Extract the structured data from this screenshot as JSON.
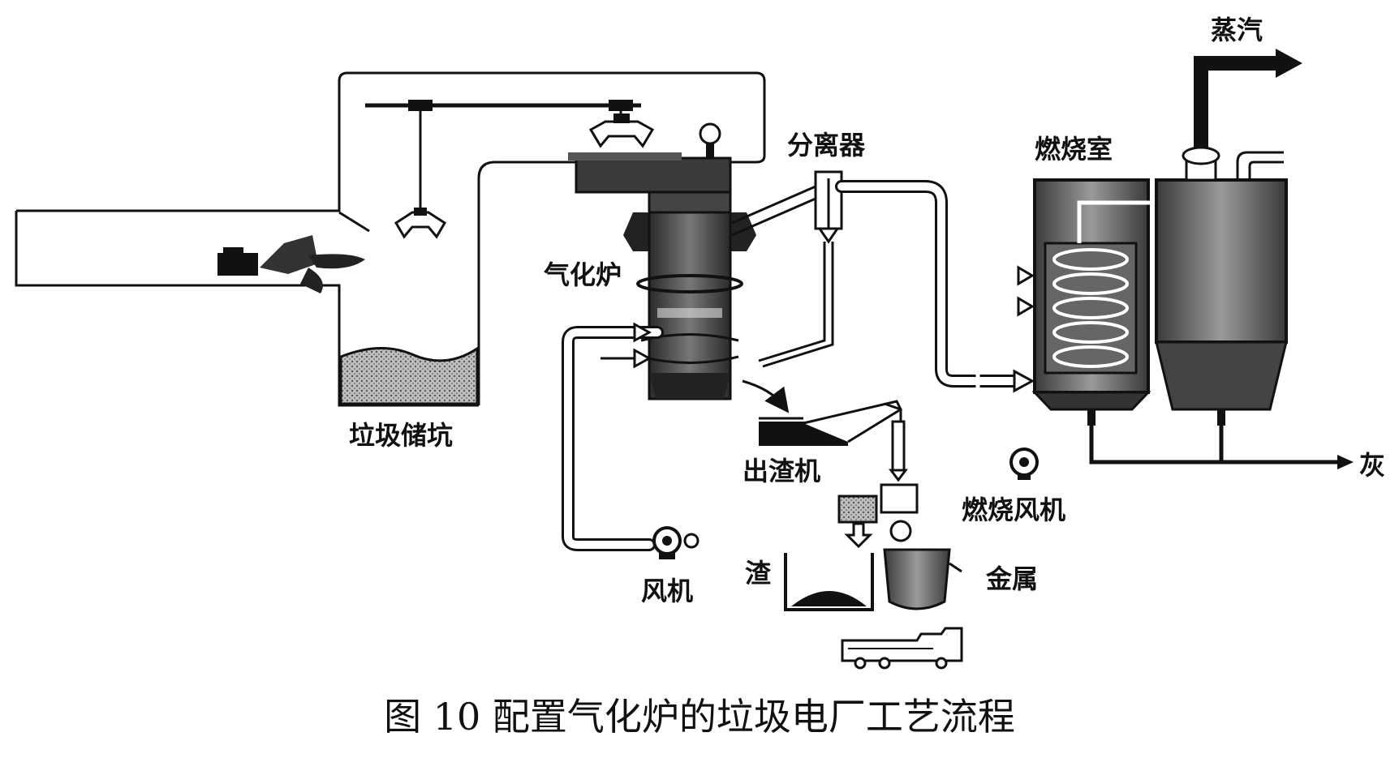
{
  "figure": {
    "caption": "图 10  配置气化炉的垃圾电厂工艺流程"
  },
  "labels": {
    "pit": "垃圾储坑",
    "gasifier": "气化炉",
    "separator": "分离器",
    "combustion_chamber": "燃烧室",
    "steam": "蒸汽",
    "ash": "灰",
    "slag_extractor": "出渣机",
    "combustion_fan": "燃烧风机",
    "fan": "风机",
    "slag": "渣",
    "metal": "金属"
  }
}
